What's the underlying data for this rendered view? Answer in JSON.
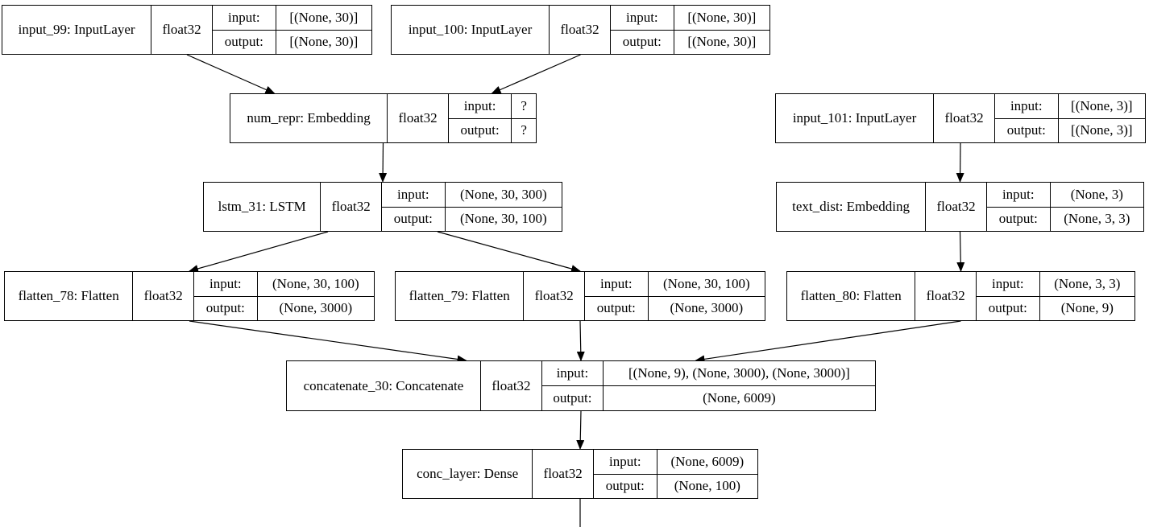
{
  "io_labels": {
    "input": "input:",
    "output": "output:"
  },
  "nodes": [
    {
      "id": "input_99",
      "name": "input_99: InputLayer",
      "dtype": "float32",
      "input": "[(None, 30)]",
      "output": "[(None, 30)]"
    },
    {
      "id": "input_100",
      "name": "input_100: InputLayer",
      "dtype": "float32",
      "input": "[(None, 30)]",
      "output": "[(None, 30)]"
    },
    {
      "id": "num_repr",
      "name": "num_repr: Embedding",
      "dtype": "float32",
      "input": "?",
      "output": "?"
    },
    {
      "id": "input_101",
      "name": "input_101: InputLayer",
      "dtype": "float32",
      "input": "[(None, 3)]",
      "output": "[(None, 3)]"
    },
    {
      "id": "lstm_31",
      "name": "lstm_31: LSTM",
      "dtype": "float32",
      "input": "(None, 30, 300)",
      "output": "(None, 30, 100)"
    },
    {
      "id": "text_dist",
      "name": "text_dist: Embedding",
      "dtype": "float32",
      "input": "(None, 3)",
      "output": "(None, 3, 3)"
    },
    {
      "id": "flatten_78",
      "name": "flatten_78: Flatten",
      "dtype": "float32",
      "input": "(None, 30, 100)",
      "output": "(None, 3000)"
    },
    {
      "id": "flatten_79",
      "name": "flatten_79: Flatten",
      "dtype": "float32",
      "input": "(None, 30, 100)",
      "output": "(None, 3000)"
    },
    {
      "id": "flatten_80",
      "name": "flatten_80: Flatten",
      "dtype": "float32",
      "input": "(None, 3, 3)",
      "output": "(None, 9)"
    },
    {
      "id": "concatenate_30",
      "name": "concatenate_30: Concatenate",
      "dtype": "float32",
      "input": "[(None, 9), (None, 3000), (None, 3000)]",
      "output": "(None, 6009)"
    },
    {
      "id": "conc_layer",
      "name": "conc_layer: Dense",
      "dtype": "float32",
      "input": "(None, 6009)",
      "output": "(None, 100)"
    }
  ],
  "edges": [
    [
      "input_99",
      "num_repr"
    ],
    [
      "input_100",
      "num_repr"
    ],
    [
      "num_repr",
      "lstm_31"
    ],
    [
      "input_101",
      "text_dist"
    ],
    [
      "lstm_31",
      "flatten_78"
    ],
    [
      "lstm_31",
      "flatten_79"
    ],
    [
      "text_dist",
      "flatten_80"
    ],
    [
      "flatten_78",
      "concatenate_30"
    ],
    [
      "flatten_79",
      "concatenate_30"
    ],
    [
      "flatten_80",
      "concatenate_30"
    ],
    [
      "concatenate_30",
      "conc_layer"
    ]
  ]
}
